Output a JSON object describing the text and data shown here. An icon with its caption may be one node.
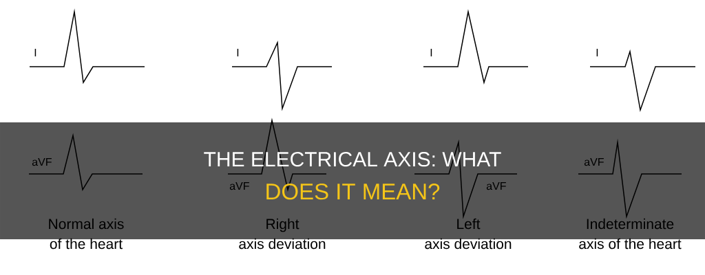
{
  "diagram": {
    "labels": [
      "I",
      "I",
      "I",
      "I",
      "aVF",
      "aVF",
      "aVF",
      "aVF",
      "THE ELECTRICAL AXIS: WHAT",
      "DOES IT MEAN?",
      "Normal axis",
      "Right",
      "Left",
      "Indeterminate",
      "of the heart",
      "axis deviation",
      "axis deviation",
      "axis of the heart"
    ]
  }
}
